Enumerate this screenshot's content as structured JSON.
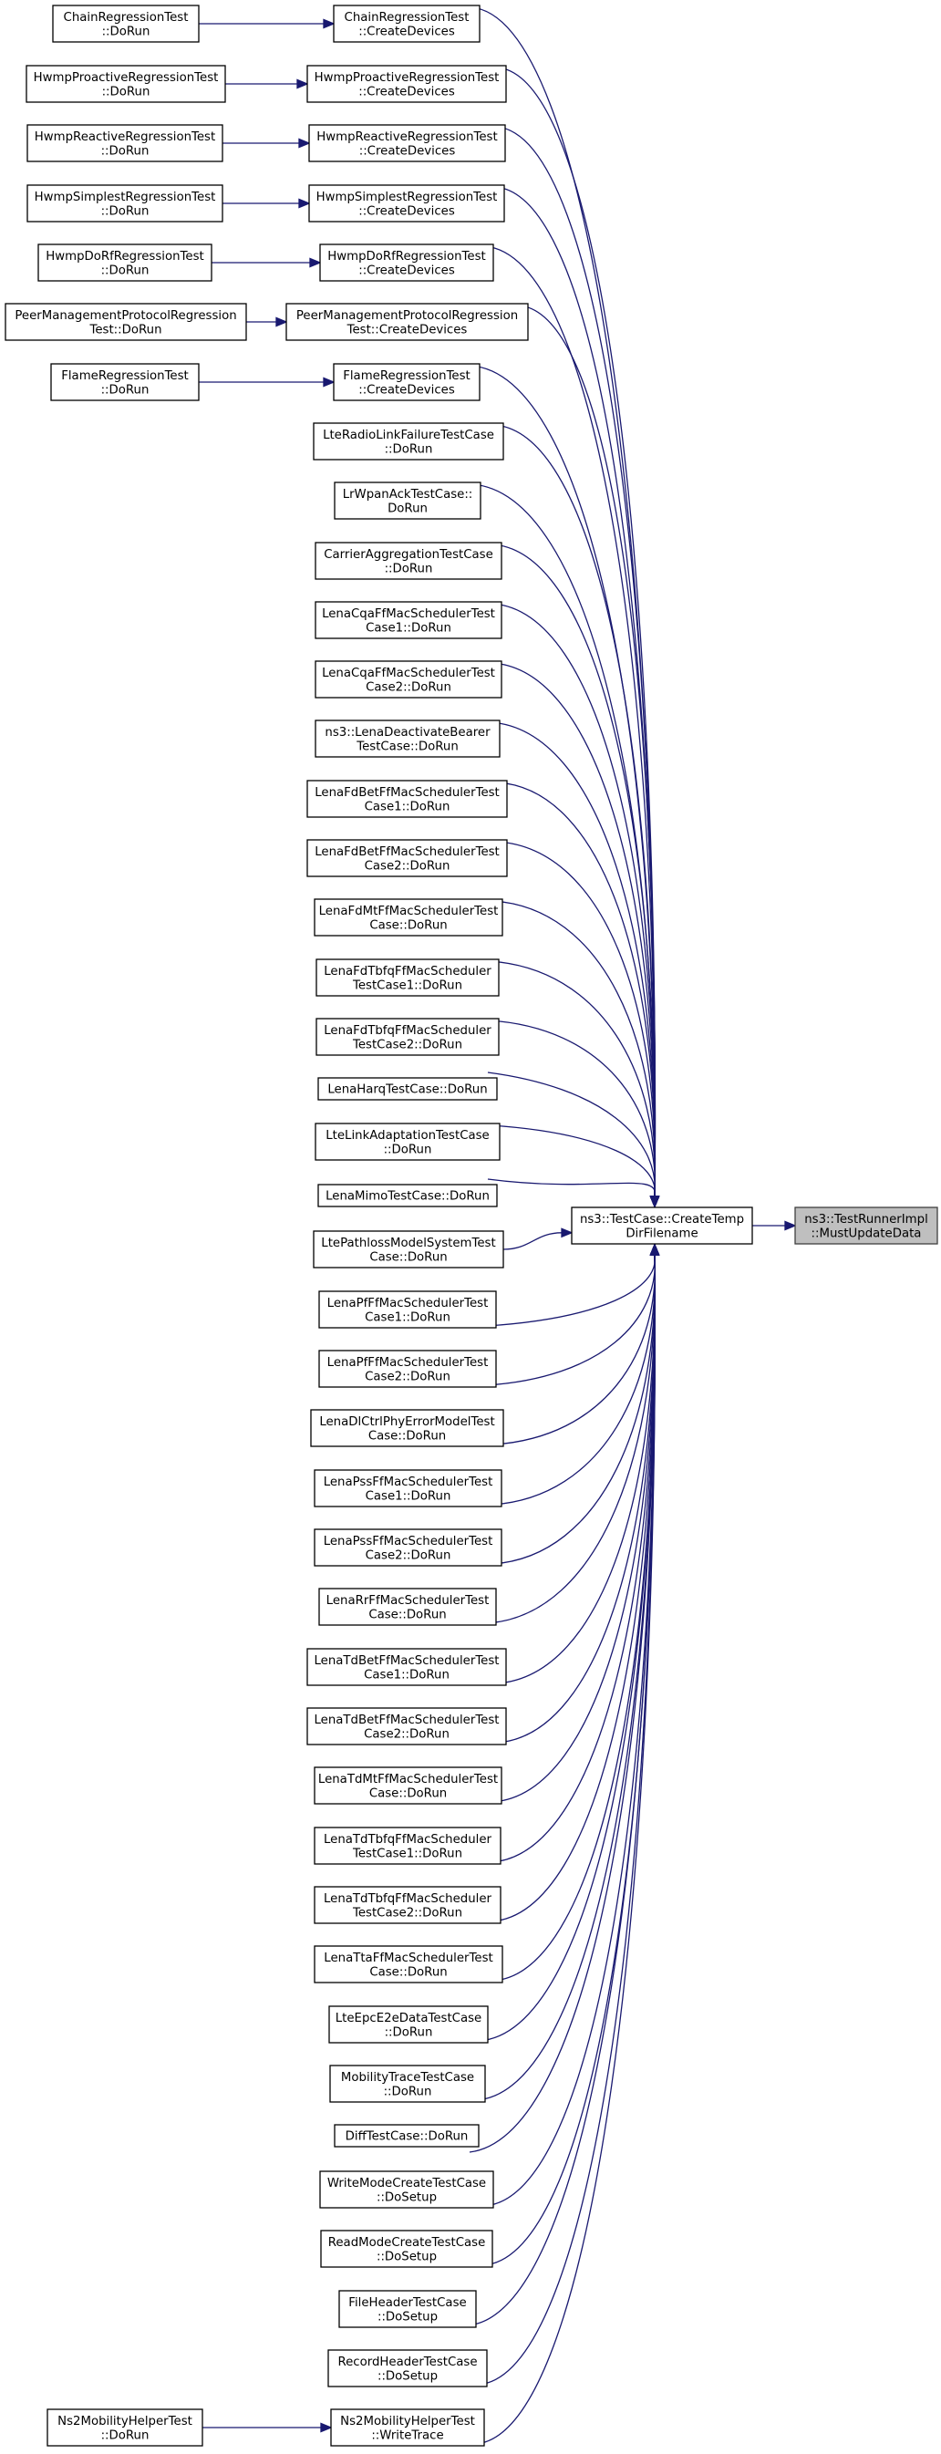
{
  "diagram": {
    "type": "call-graph",
    "root": {
      "id": "mustupdate",
      "lines": [
        "ns3::TestRunnerImpl",
        "::MustUpdateData"
      ]
    },
    "hub": {
      "id": "hub",
      "lines": [
        "ns3::TestCase::CreateTemp",
        "DirFilename"
      ]
    },
    "direct_callers": [
      {
        "id": "chain_cd",
        "lines": [
          "ChainRegressionTest",
          "::CreateDevices"
        ]
      },
      {
        "id": "proactive_cd",
        "lines": [
          "HwmpProactiveRegressionTest",
          "::CreateDevices"
        ]
      },
      {
        "id": "reactive_cd",
        "lines": [
          "HwmpReactiveRegressionTest",
          "::CreateDevices"
        ]
      },
      {
        "id": "simplest_cd",
        "lines": [
          "HwmpSimplestRegressionTest",
          "::CreateDevices"
        ]
      },
      {
        "id": "dorf_cd",
        "lines": [
          "HwmpDoRfRegressionTest",
          "::CreateDevices"
        ]
      },
      {
        "id": "peer_cd",
        "lines": [
          "PeerManagementProtocolRegression",
          "Test::CreateDevices"
        ]
      },
      {
        "id": "flame_cd",
        "lines": [
          "FlameRegressionTest",
          "::CreateDevices"
        ]
      },
      {
        "id": "lte_rlf",
        "lines": [
          "LteRadioLinkFailureTestCase",
          "::DoRun"
        ]
      },
      {
        "id": "lrwpan",
        "lines": [
          "LrWpanAckTestCase::",
          "DoRun"
        ]
      },
      {
        "id": "carrier",
        "lines": [
          "CarrierAggregationTestCase",
          "::DoRun"
        ]
      },
      {
        "id": "cqa1",
        "lines": [
          "LenaCqaFfMacSchedulerTest",
          "Case1::DoRun"
        ]
      },
      {
        "id": "cqa2",
        "lines": [
          "LenaCqaFfMacSchedulerTest",
          "Case2::DoRun"
        ]
      },
      {
        "id": "deact",
        "lines": [
          "ns3::LenaDeactivateBearer",
          "TestCase::DoRun"
        ]
      },
      {
        "id": "fdbet1",
        "lines": [
          "LenaFdBetFfMacSchedulerTest",
          "Case1::DoRun"
        ]
      },
      {
        "id": "fdbet2",
        "lines": [
          "LenaFdBetFfMacSchedulerTest",
          "Case2::DoRun"
        ]
      },
      {
        "id": "fdmt",
        "lines": [
          "LenaFdMtFfMacSchedulerTest",
          "Case::DoRun"
        ]
      },
      {
        "id": "fdtbfq1",
        "lines": [
          "LenaFdTbfqFfMacScheduler",
          "TestCase1::DoRun"
        ]
      },
      {
        "id": "fdtbfq2",
        "lines": [
          "LenaFdTbfqFfMacScheduler",
          "TestCase2::DoRun"
        ]
      },
      {
        "id": "harq",
        "lines": [
          "LenaHarqTestCase::DoRun"
        ]
      },
      {
        "id": "linkadapt",
        "lines": [
          "LteLinkAdaptationTestCase",
          "::DoRun"
        ]
      },
      {
        "id": "mimo",
        "lines": [
          "LenaMimoTestCase::DoRun"
        ]
      },
      {
        "id": "pathloss",
        "lines": [
          "LtePathlossModelSystemTest",
          "Case::DoRun"
        ]
      },
      {
        "id": "pf1",
        "lines": [
          "LenaPfFfMacSchedulerTest",
          "Case1::DoRun"
        ]
      },
      {
        "id": "pf2",
        "lines": [
          "LenaPfFfMacSchedulerTest",
          "Case2::DoRun"
        ]
      },
      {
        "id": "dlctrl",
        "lines": [
          "LenaDlCtrlPhyErrorModelTest",
          "Case::DoRun"
        ]
      },
      {
        "id": "pss1",
        "lines": [
          "LenaPssFfMacSchedulerTest",
          "Case1::DoRun"
        ]
      },
      {
        "id": "pss2",
        "lines": [
          "LenaPssFfMacSchedulerTest",
          "Case2::DoRun"
        ]
      },
      {
        "id": "rr",
        "lines": [
          "LenaRrFfMacSchedulerTest",
          "Case::DoRun"
        ]
      },
      {
        "id": "tdbet1",
        "lines": [
          "LenaTdBetFfMacSchedulerTest",
          "Case1::DoRun"
        ]
      },
      {
        "id": "tdbet2",
        "lines": [
          "LenaTdBetFfMacSchedulerTest",
          "Case2::DoRun"
        ]
      },
      {
        "id": "tdmt",
        "lines": [
          "LenaTdMtFfMacSchedulerTest",
          "Case::DoRun"
        ]
      },
      {
        "id": "tdtbfq1",
        "lines": [
          "LenaTdTbfqFfMacScheduler",
          "TestCase1::DoRun"
        ]
      },
      {
        "id": "tdtbfq2",
        "lines": [
          "LenaTdTbfqFfMacScheduler",
          "TestCase2::DoRun"
        ]
      },
      {
        "id": "tta",
        "lines": [
          "LenaTtaFfMacSchedulerTest",
          "Case::DoRun"
        ]
      },
      {
        "id": "epce2e",
        "lines": [
          "LteEpcE2eDataTestCase",
          "::DoRun"
        ]
      },
      {
        "id": "mobility",
        "lines": [
          "MobilityTraceTestCase",
          "::DoRun"
        ]
      },
      {
        "id": "diff",
        "lines": [
          "DiffTestCase::DoRun"
        ]
      },
      {
        "id": "writemode",
        "lines": [
          "WriteModeCreateTestCase",
          "::DoSetup"
        ]
      },
      {
        "id": "readmode",
        "lines": [
          "ReadModeCreateTestCase",
          "::DoSetup"
        ]
      },
      {
        "id": "fileheader",
        "lines": [
          "FileHeaderTestCase",
          "::DoSetup"
        ]
      },
      {
        "id": "recordheader",
        "lines": [
          "RecordHeaderTestCase",
          "::DoSetup"
        ]
      },
      {
        "id": "ns2_wt",
        "lines": [
          "Ns2MobilityHelperTest",
          "::WriteTrace"
        ]
      }
    ],
    "indirect_callers": [
      {
        "id": "chain_dr",
        "calls": "chain_cd",
        "lines": [
          "ChainRegressionTest",
          "::DoRun"
        ]
      },
      {
        "id": "proactive_dr",
        "calls": "proactive_cd",
        "lines": [
          "HwmpProactiveRegressionTest",
          "::DoRun"
        ]
      },
      {
        "id": "reactive_dr",
        "calls": "reactive_cd",
        "lines": [
          "HwmpReactiveRegressionTest",
          "::DoRun"
        ]
      },
      {
        "id": "simplest_dr",
        "calls": "simplest_cd",
        "lines": [
          "HwmpSimplestRegressionTest",
          "::DoRun"
        ]
      },
      {
        "id": "dorf_dr",
        "calls": "dorf_cd",
        "lines": [
          "HwmpDoRfRegressionTest",
          "::DoRun"
        ]
      },
      {
        "id": "peer_dr",
        "calls": "peer_cd",
        "lines": [
          "PeerManagementProtocolRegression",
          "Test::DoRun"
        ]
      },
      {
        "id": "flame_dr",
        "calls": "flame_cd",
        "lines": [
          "FlameRegressionTest",
          "::DoRun"
        ]
      },
      {
        "id": "ns2_dr",
        "calls": "ns2_wt",
        "lines": [
          "Ns2MobilityHelperTest",
          "::DoRun"
        ]
      }
    ],
    "colors": {
      "edge": "#191970",
      "node_border": "#000000",
      "selected_fill": "#bfbfbf",
      "selected_border": "#404040"
    }
  }
}
